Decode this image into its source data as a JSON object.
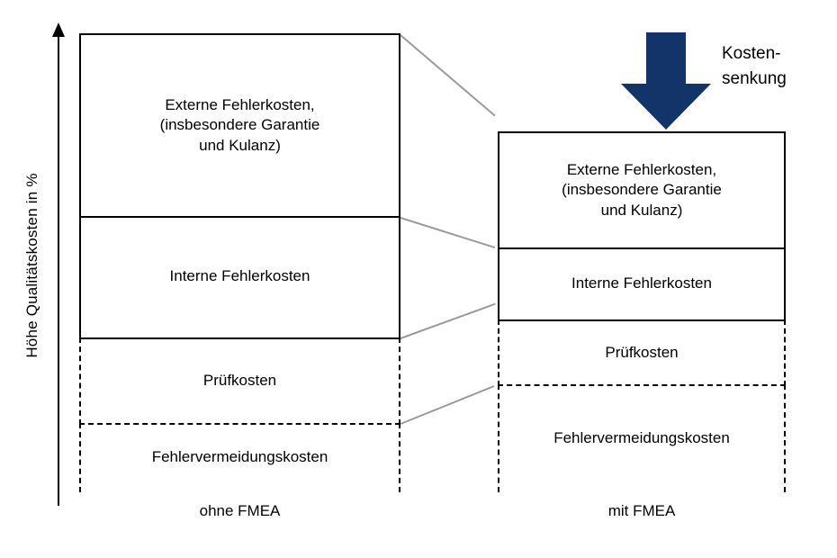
{
  "figure": {
    "axis": {
      "label": "Höhe Qualitätskosten  in %",
      "arrow_icon": "axis-arrow-up-icon"
    },
    "callout": {
      "text": "Kosten-\nsenkung",
      "arrow_icon": "down-arrow-icon",
      "arrow_color": "#123469"
    },
    "columns": [
      {
        "id": "ohne-fmea",
        "caption": "ohne  FMEA",
        "segments": [
          {
            "id": "externe-fehlerkosten",
            "label": "Externe Fehlerkosten,\n(insbesondere Garantie\nund Kulanz)",
            "border": "solid"
          },
          {
            "id": "interne-fehlerkosten",
            "label": "Interne Fehlerkosten",
            "border": "solid"
          },
          {
            "id": "pruefkosten",
            "label": "Prüfkosten",
            "border": "dashed"
          },
          {
            "id": "fehlervermeidungskosten",
            "label": "Fehlervermeidungskosten",
            "border": "dashed"
          }
        ]
      },
      {
        "id": "mit-fmea",
        "caption": "mit FMEA",
        "segments": [
          {
            "id": "externe-fehlerkosten",
            "label": "Externe Fehlerkosten,\n(insbesondere Garantie\nund Kulanz)",
            "border": "solid"
          },
          {
            "id": "interne-fehlerkosten",
            "label": "Interne Fehlerkosten",
            "border": "solid"
          },
          {
            "id": "pruefkosten",
            "label": "Prüfkosten",
            "border": "dashed"
          },
          {
            "id": "fehlervermeidungskosten",
            "label": "Fehlervermeidungskosten",
            "border": "dashed"
          }
        ]
      }
    ]
  },
  "chart_data": {
    "type": "bar",
    "title": "",
    "xlabel": "",
    "ylabel": "Höhe Qualitätskosten  in %",
    "categories": [
      "ohne  FMEA",
      "mit FMEA"
    ],
    "stack_order_top_to_bottom": [
      "Externe Fehlerkosten, (insbesondere Garantie und Kulanz)",
      "Interne Fehlerkosten",
      "Prüfkosten",
      "Fehlervermeidungskosten"
    ],
    "series": [
      {
        "name": "Externe Fehlerkosten, (insbesondere Garantie und Kulanz)",
        "values": [
          40,
          25
        ]
      },
      {
        "name": "Interne Fehlerkosten",
        "values": [
          26,
          16
        ]
      },
      {
        "name": "Prüfkosten",
        "values": [
          19,
          14
        ]
      },
      {
        "name": "Fehlervermeidungskosten",
        "values": [
          15,
          23
        ]
      }
    ],
    "totals": [
      100,
      78
    ],
    "annotations": [
      "Kosten-senkung"
    ],
    "grid": false,
    "legend": "none"
  }
}
